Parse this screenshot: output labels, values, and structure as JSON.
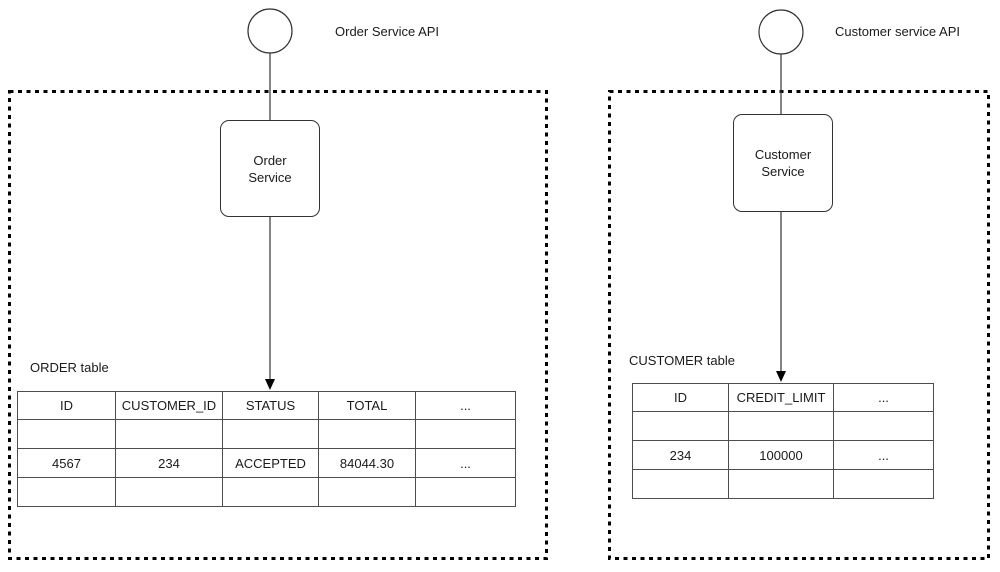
{
  "colors": {
    "background": "#ffffff",
    "boundary_dash": "#000000",
    "shape_outline": "#333333",
    "table_border": "#4d4d4d",
    "text": "#1a1a1a"
  },
  "order_system": {
    "api_label": "Order Service API",
    "service_label": "Order\nService",
    "table_label": "ORDER table",
    "table": {
      "headers": [
        "ID",
        "CUSTOMER_ID",
        "STATUS",
        "TOTAL",
        "..."
      ],
      "rows": [
        [
          "",
          "",
          "",
          "",
          ""
        ],
        [
          "4567",
          "234",
          "ACCEPTED",
          "84044.30",
          "..."
        ],
        [
          "",
          "",
          "",
          "",
          ""
        ]
      ]
    }
  },
  "customer_system": {
    "api_label": "Customer service API",
    "service_label": "Customer\nService",
    "table_label": "CUSTOMER table",
    "table": {
      "headers": [
        "ID",
        "CREDIT_LIMIT",
        "..."
      ],
      "rows": [
        [
          "",
          "",
          ""
        ],
        [
          "234",
          "100000",
          "..."
        ],
        [
          "",
          "",
          ""
        ]
      ]
    }
  }
}
